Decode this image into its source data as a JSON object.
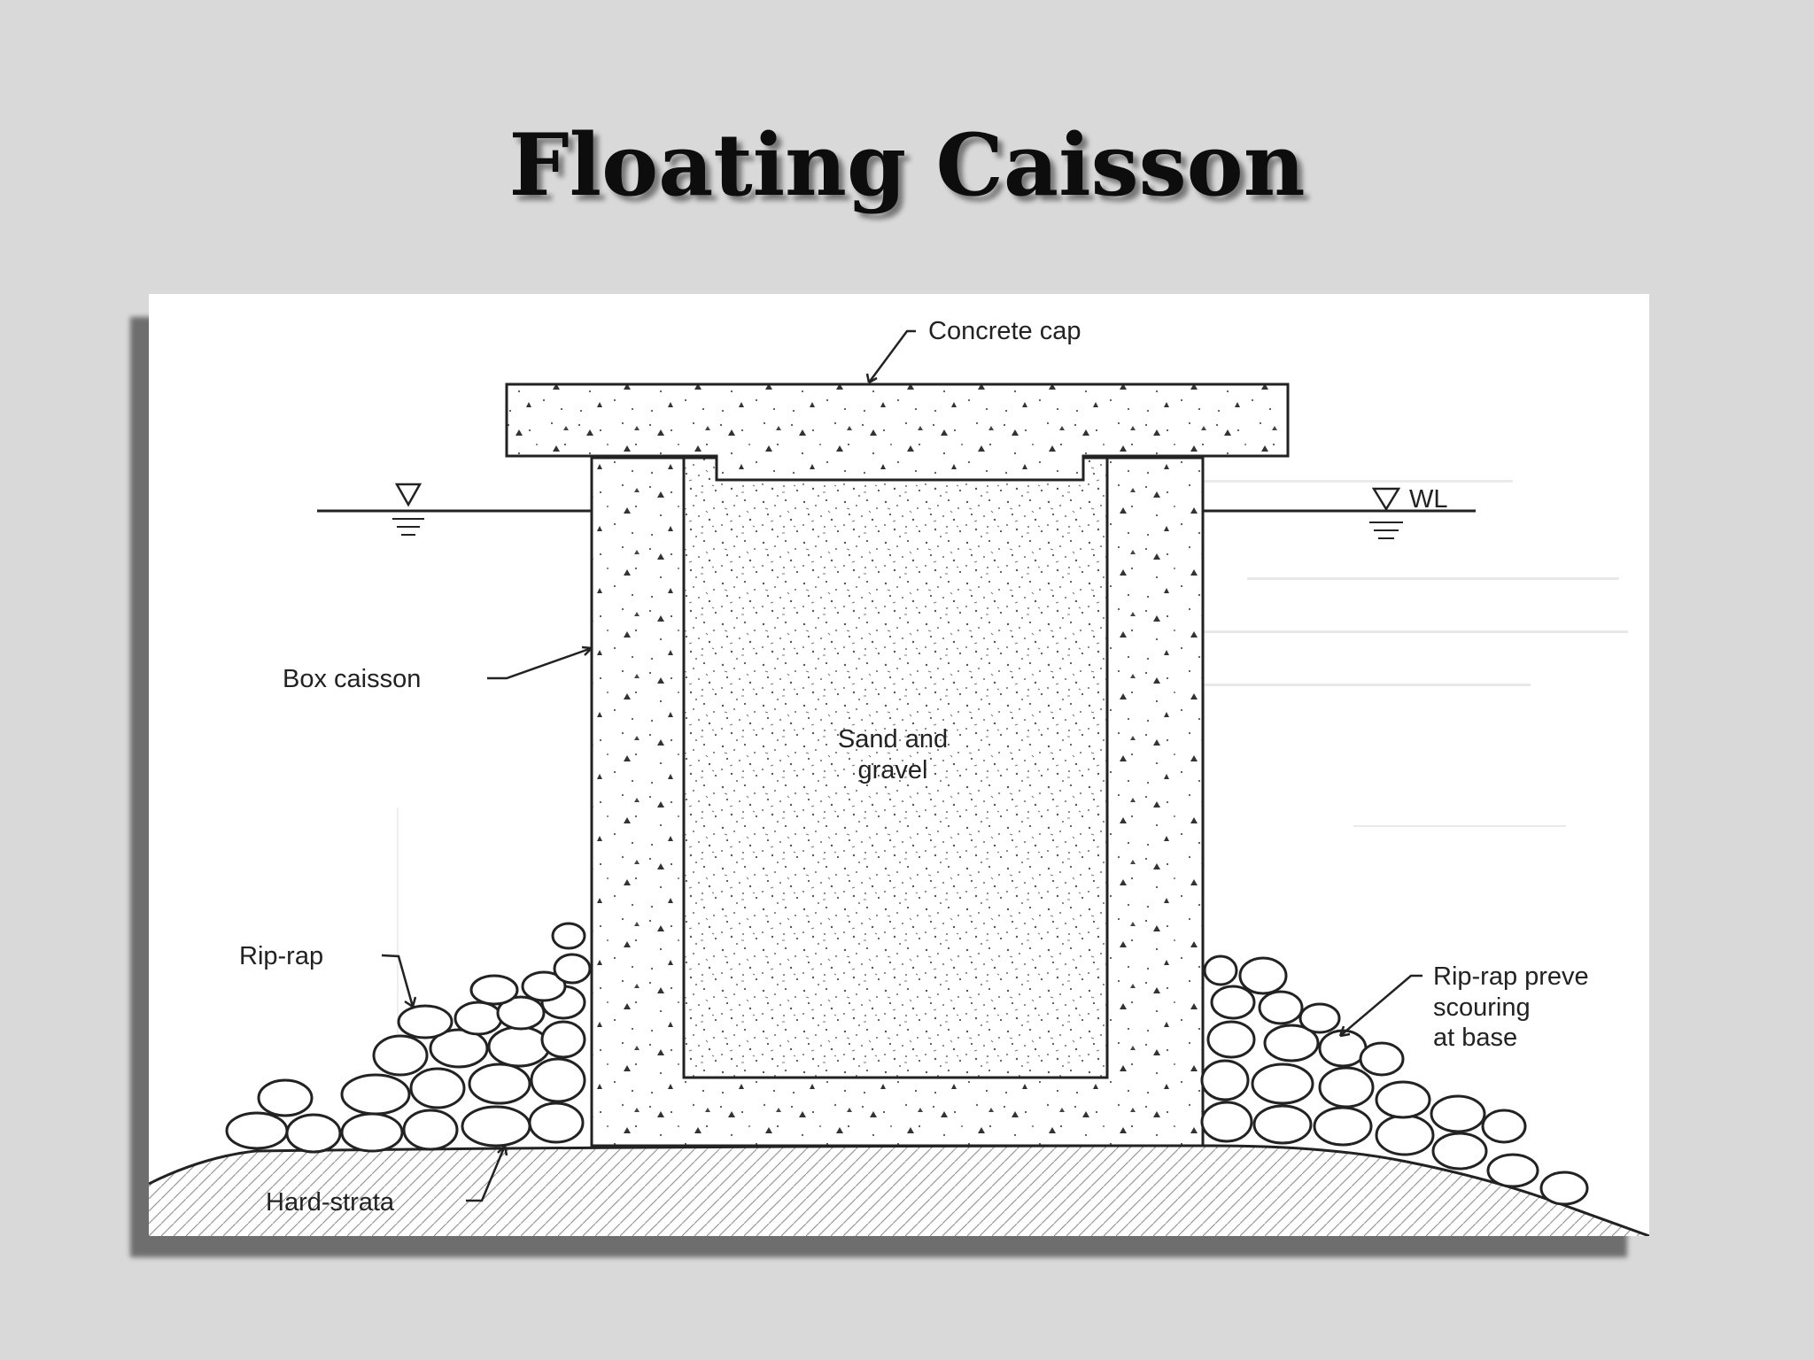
{
  "slide": {
    "title": "Floating Caisson",
    "background_color": "#d9d9d9"
  },
  "diagram": {
    "labels": {
      "concrete_cap": "Concrete cap",
      "water_level": "WL",
      "box_caisson": "Box caisson",
      "sand_gravel_line1": "Sand and",
      "sand_gravel_line2": "gravel",
      "rip_rap_left": "Rip-rap",
      "rip_rap_right_line1": "Rip-rap preve",
      "rip_rap_right_line2": "scouring",
      "rip_rap_right_line3": "at base",
      "hard_strata": "Hard-strata"
    },
    "icons": {
      "water_level_left": "water-level-triangle-icon",
      "water_level_right": "water-level-triangle-icon"
    }
  }
}
